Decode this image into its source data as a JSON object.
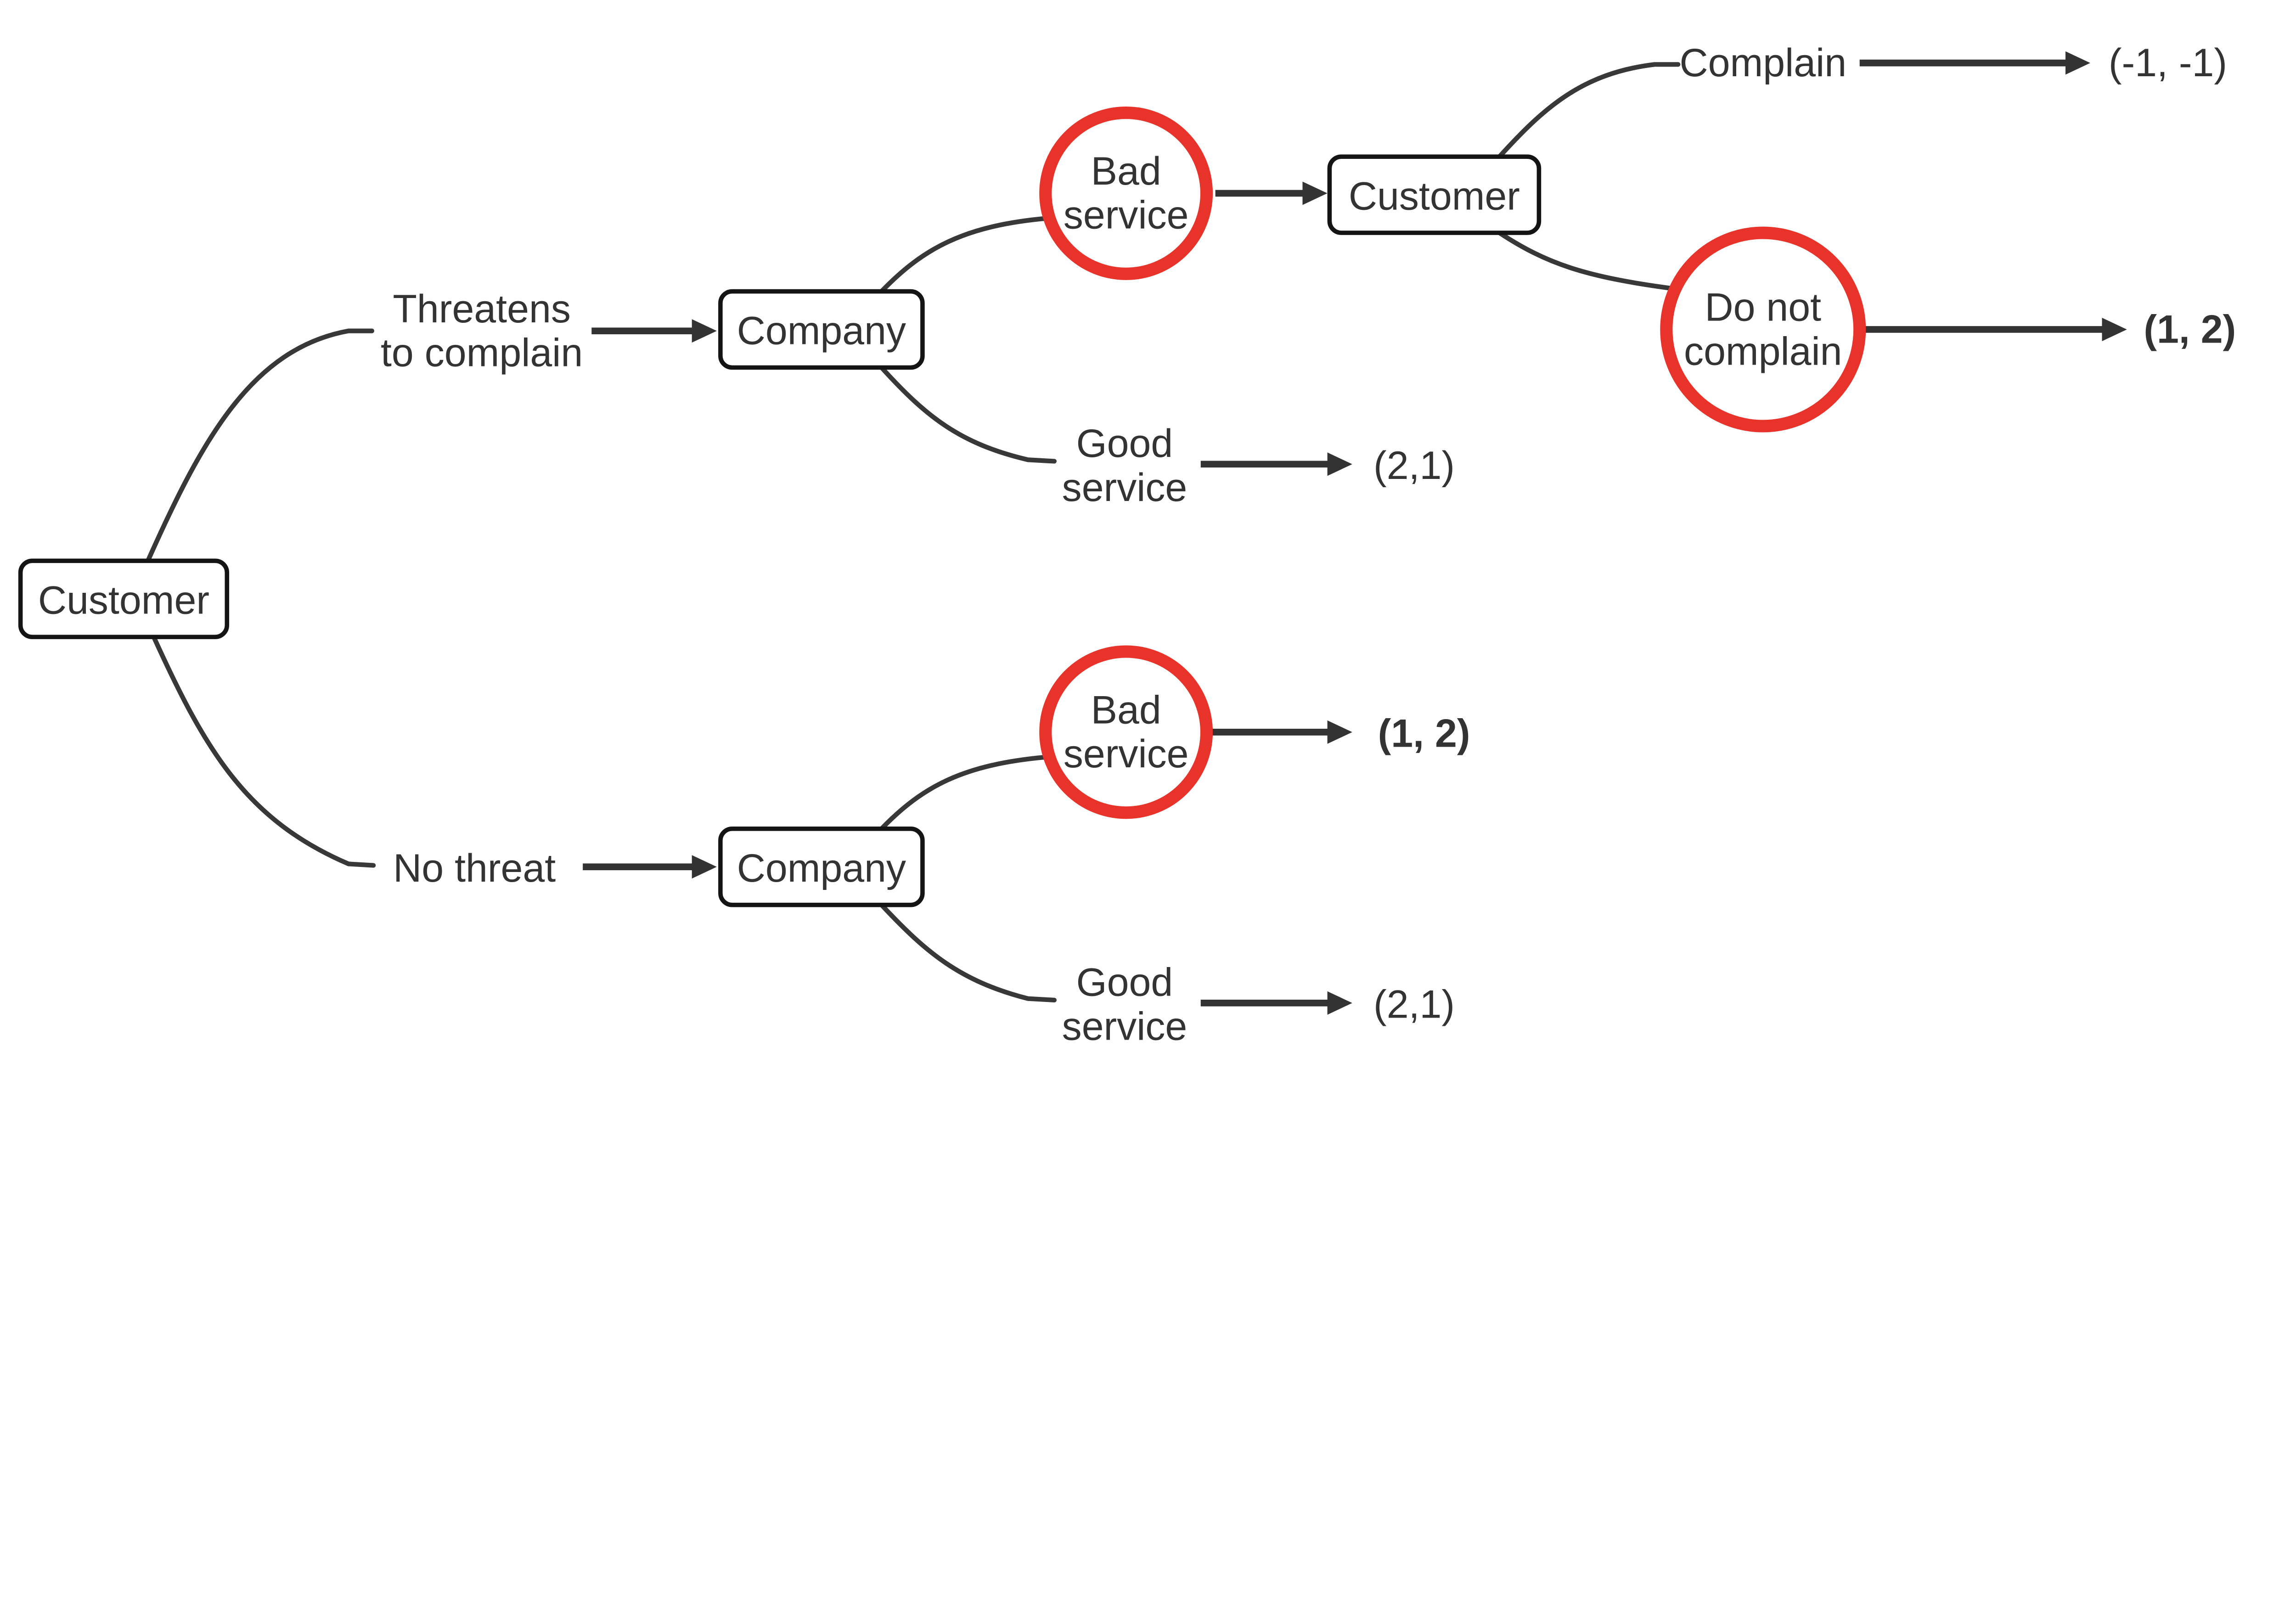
{
  "diagram": {
    "type": "decision-tree",
    "colors": {
      "background": "#ffffff",
      "line": "#383838",
      "node_border": "#141414",
      "text": "#333333",
      "highlight_red": "#e8332a"
    },
    "nodes": {
      "root": "Customer",
      "company_top": "Company",
      "customer_mid": "Customer",
      "company_bottom": "Company"
    },
    "branches": {
      "threatens": {
        "line1": "Threatens",
        "line2": "to complain"
      },
      "no_threat": {
        "label": "No threat"
      },
      "bad_service_top": {
        "line1": "Bad",
        "line2": "service"
      },
      "good_service_top": {
        "line1": "Good",
        "line2": "service"
      },
      "complain": {
        "label": "Complain"
      },
      "do_not_complain": {
        "line1": "Do not",
        "line2": "complain"
      },
      "bad_service_bottom": {
        "line1": "Bad",
        "line2": "service"
      },
      "good_service_bottom": {
        "line1": "Good",
        "line2": "service"
      }
    },
    "payoffs": {
      "complain": {
        "text": "(-1, -1)",
        "weight": "normal"
      },
      "do_not_complain": {
        "text": "(1, 2)",
        "weight": "bold"
      },
      "good_service_top": {
        "text": "(2,1)",
        "weight": "normal"
      },
      "bad_service_bottom": {
        "text": "(1, 2)",
        "weight": "bold"
      },
      "good_service_bottom": {
        "text": "(2,1)",
        "weight": "normal"
      }
    }
  }
}
